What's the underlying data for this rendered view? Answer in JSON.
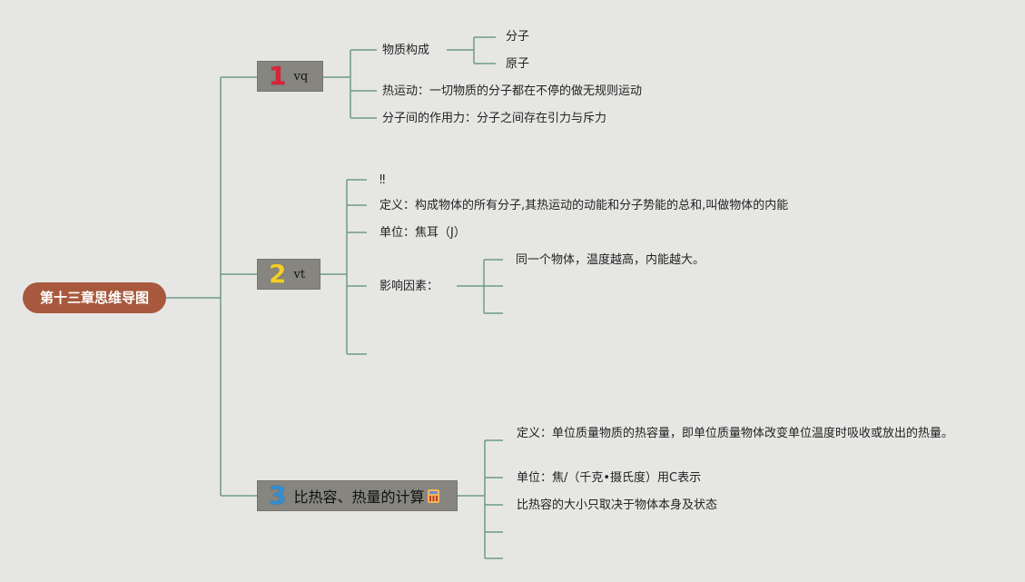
{
  "root": {
    "label": "第十三章思维导图"
  },
  "branches": [
    {
      "number": "1",
      "label": "vq",
      "number_color": "#d8243a",
      "items": [
        {
          "label": "物质构成",
          "children": [
            "分子",
            "原子"
          ]
        },
        {
          "label": "热运动：一切物质的分子都在不停的做无规则运动"
        },
        {
          "label": "分子间的作用力：分子之间存在引力与斥力"
        }
      ]
    },
    {
      "number": "2",
      "label": "vt",
      "number_color": "#f2cc2a",
      "items": [
        {
          "label": "‼"
        },
        {
          "label": "定义：构成物体的所有分子,其热运动的动能和分子势能的总和,叫做物体的内能"
        },
        {
          "label": "单位：焦耳（J）"
        },
        {
          "label": "影响因素：",
          "children": [
            "同一个物体，温度越高，内能越大。",
            "",
            ""
          ]
        },
        {
          "label": ""
        }
      ]
    },
    {
      "number": "3",
      "label": "比热容、热量的计算",
      "number_color": "#2f8fd8",
      "icon": "abacus-icon",
      "items": [
        {
          "label": "定义：单位质量物质的热容量，即单位质量物体改变单位温度时吸收或放出的热量。"
        },
        {
          "label": "单位：焦/（千克•摄氏度）用C表示"
        },
        {
          "label": "比热容的大小只取决于物体本身及状态"
        },
        {
          "label": ""
        },
        {
          "label": ""
        }
      ]
    }
  ],
  "colors": {
    "line": "#6f9a88",
    "root_bg": "#a8593d",
    "branch_bg": "#86857f",
    "background": "#e6e7e4"
  }
}
